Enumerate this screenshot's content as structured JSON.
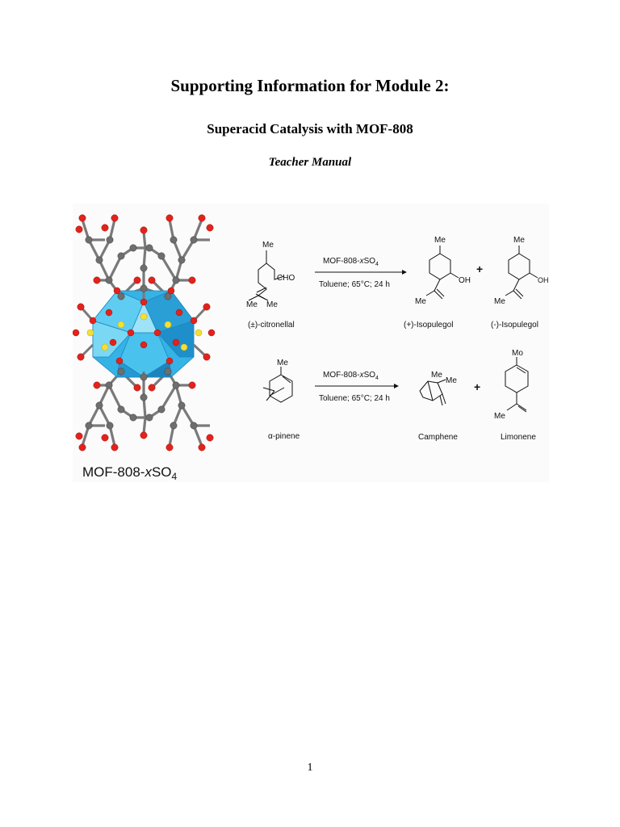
{
  "header": {
    "title": "Supporting Information for Module 2:",
    "subtitle": "Superacid Catalysis with MOF-808",
    "manual": "Teacher Manual"
  },
  "figure": {
    "mof_label_prefix": "MOF-808-",
    "mof_label_x": "x",
    "mof_label_so": "SO",
    "mof_label_sub": "4",
    "reaction1": {
      "reagent_prefix": "MOF-808-",
      "reagent_x": "x",
      "reagent_so": "SO",
      "reagent_sub": "4",
      "conditions": "Toluene; 65°C; 24 h",
      "substrate": "(±)-citronellal",
      "product_1": "(+)-Isopulegol",
      "product_2": "(-)-Isopulegol",
      "plus": "+",
      "me": "Me",
      "cho": "CHO",
      "oh": "OH"
    },
    "reaction2": {
      "reagent_prefix": "MOF-808-",
      "reagent_x": "x",
      "reagent_so": "SO",
      "reagent_sub": "4",
      "conditions": "Toluene; 65°C; 24 h",
      "substrate": "α-pinene",
      "product_1": "Camphene",
      "product_2": "Limonene",
      "plus": "+",
      "me": "Me",
      "me_top_limonene": "Mo"
    }
  },
  "footer": {
    "page_number": "1"
  },
  "colors": {
    "polyhedra": "#38b6e8",
    "oxygen": "#e3231b",
    "sulfur": "#f2e03a",
    "carbon": "#6e6e6e"
  }
}
